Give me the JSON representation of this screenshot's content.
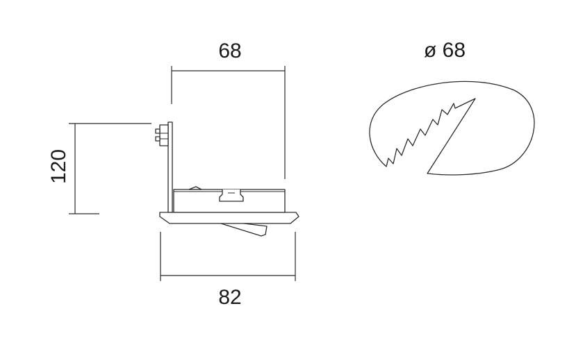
{
  "dimensions": {
    "top_width": "68",
    "height": "120",
    "bottom_width": "82",
    "cutout_diameter": "ø 68"
  }
}
